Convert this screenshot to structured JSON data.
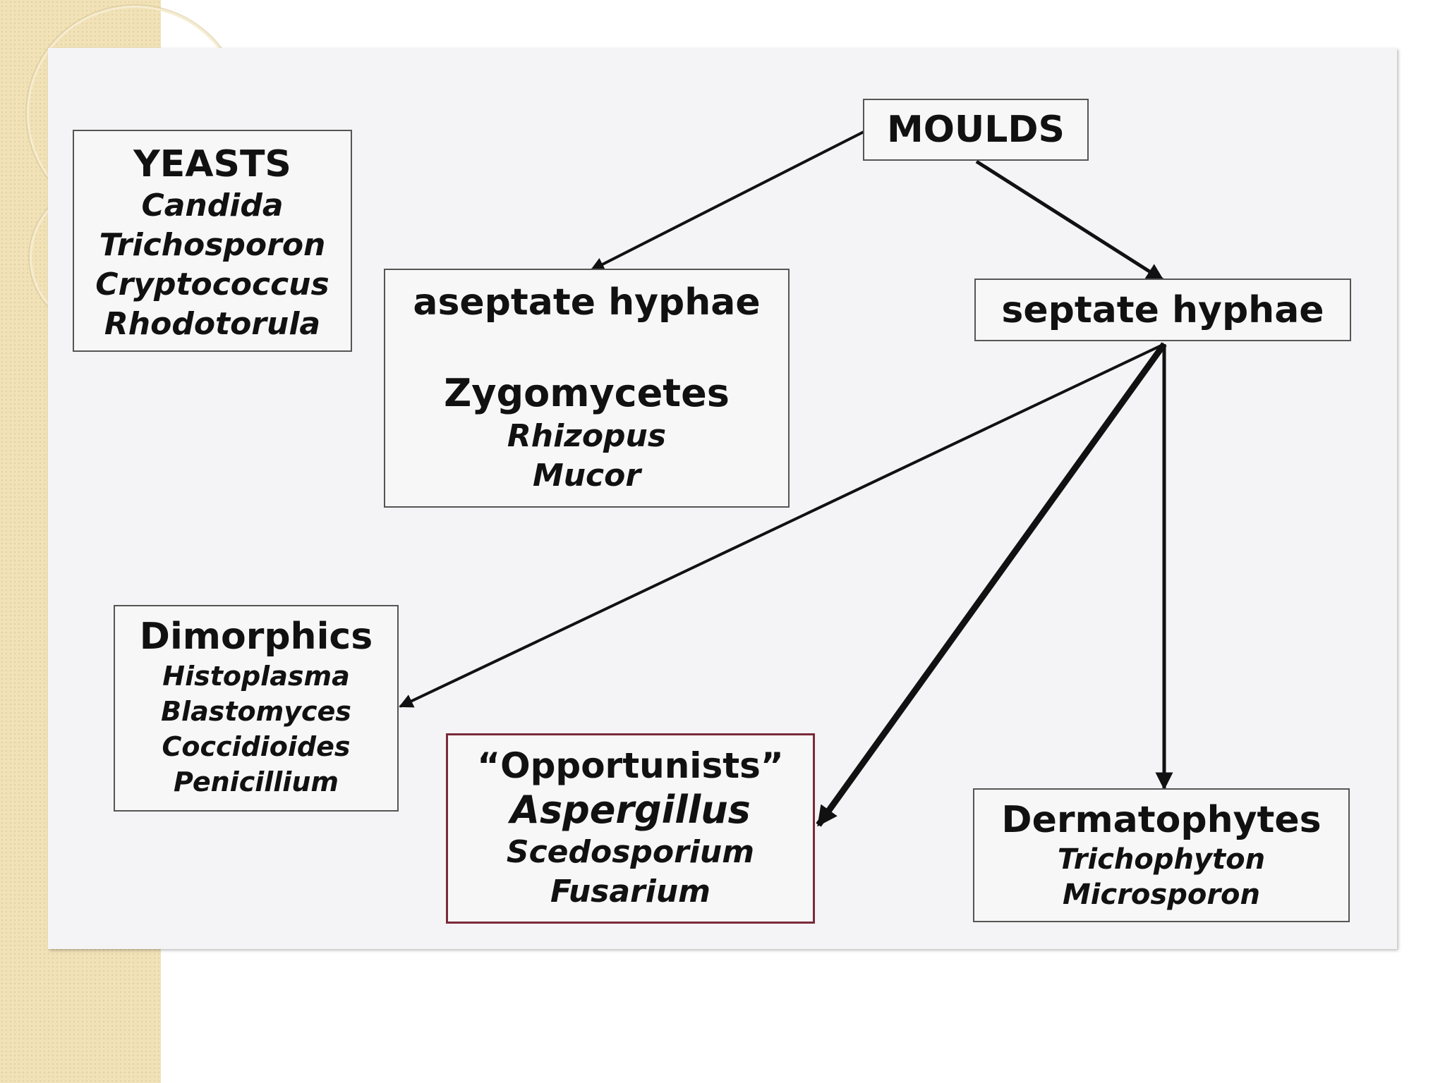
{
  "nodes": {
    "moulds": {
      "title": "MOULDS"
    },
    "yeasts": {
      "title": "YEASTS",
      "items": [
        "Candida",
        "Trichosporon",
        "Cryptococcus",
        "Rhodotorula"
      ]
    },
    "aseptate": {
      "title": "aseptate hyphae",
      "group": "Zygomycetes",
      "items": [
        "Rhizopus",
        "Mucor"
      ]
    },
    "septate": {
      "title": "septate hyphae"
    },
    "dimorphics": {
      "title": "Dimorphics",
      "items": [
        "Histoplasma",
        "Blastomyces",
        "Coccidioides",
        "Penicillium"
      ]
    },
    "opportunists": {
      "title": "“Opportunists”",
      "items": [
        "Aspergillus",
        "Scedosporium",
        "Fusarium"
      ]
    },
    "dermatophytes": {
      "title": "Dermatophytes",
      "items": [
        "Trichophyton",
        "Microsporon"
      ]
    }
  },
  "edges": [
    {
      "from": "MOULDS",
      "to": "aseptate hyphae"
    },
    {
      "from": "MOULDS",
      "to": "septate hyphae"
    },
    {
      "from": "septate hyphae",
      "to": "Dimorphics"
    },
    {
      "from": "septate hyphae",
      "to": "“Opportunists”"
    },
    {
      "from": "septate hyphae",
      "to": "Dermatophytes"
    }
  ],
  "colors": {
    "opportunists_border": "#7a2a3a",
    "box_border": "#555555",
    "slide_bg": "#f4f4f6",
    "sidebar_bg": "#f1e2b8"
  }
}
